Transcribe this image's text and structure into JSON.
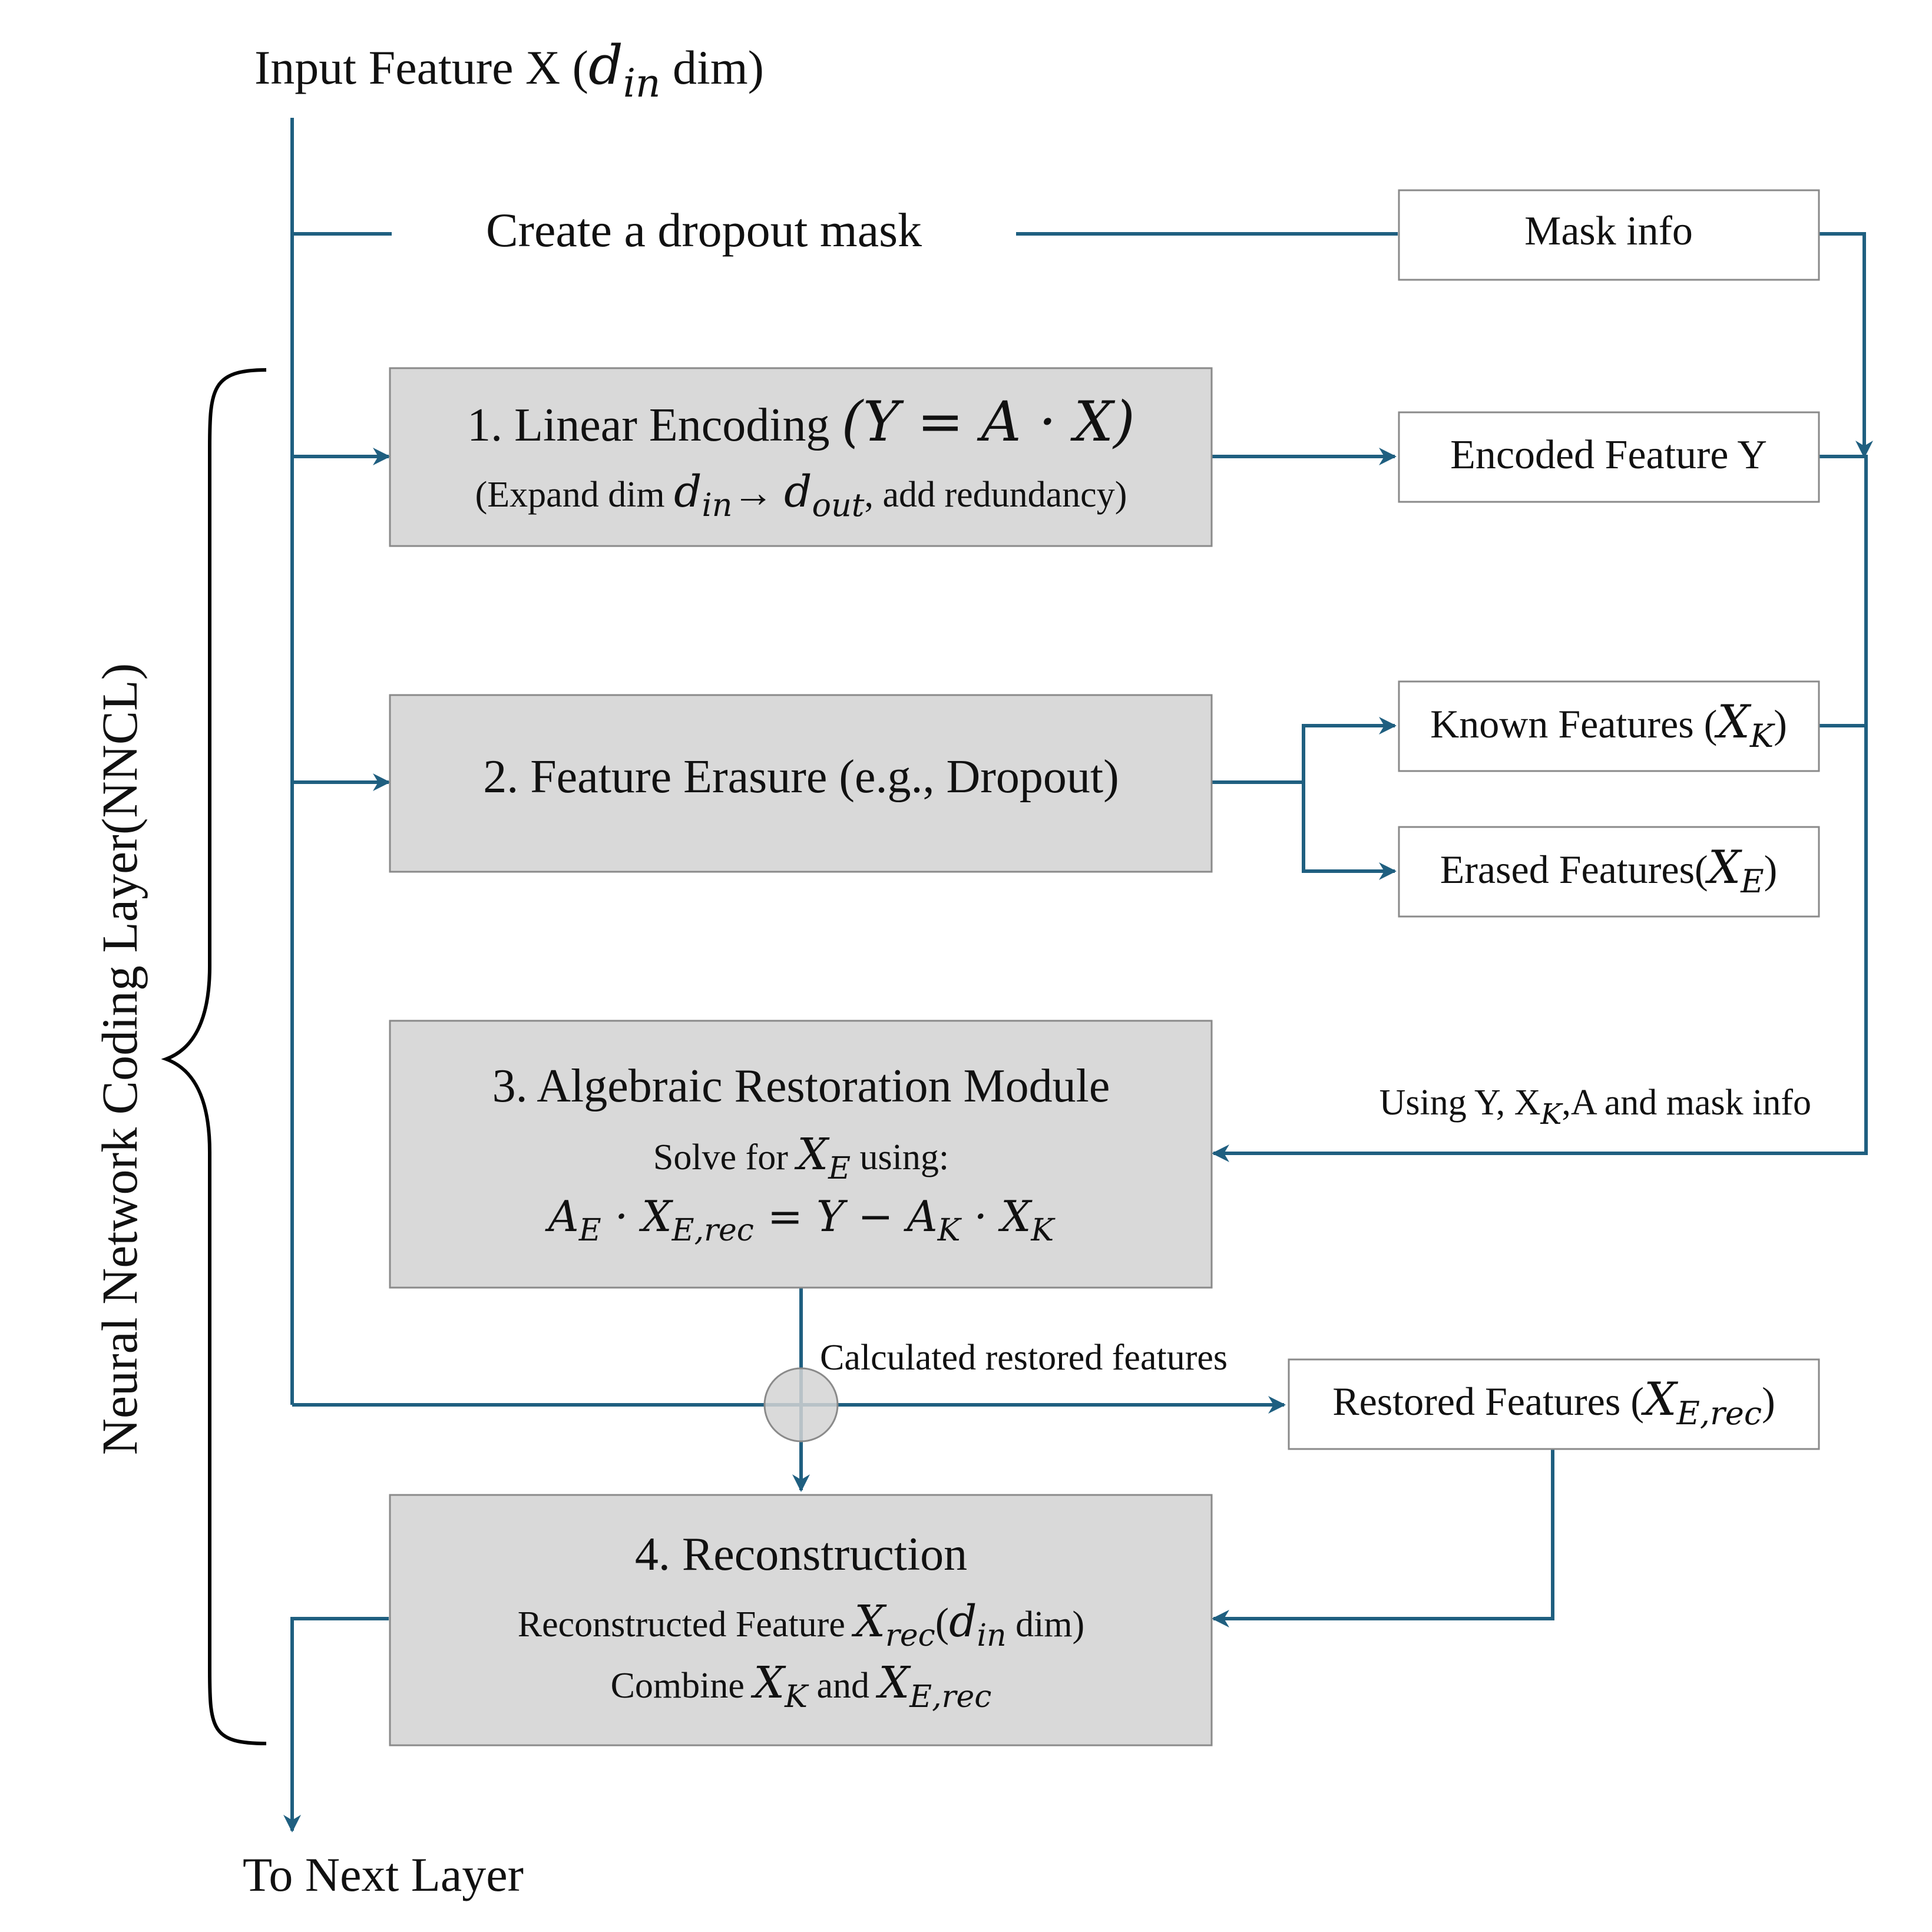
{
  "top_label": {
    "text": "Input Feature X (",
    "math": "d",
    "math_sub": "in",
    "tail": " dim)"
  },
  "bottom_label": "To Next Layer",
  "side_label": "Neural Network Coding Layer(NNCL)",
  "mask_step": "Create a dropout mask",
  "steps": {
    "s1": {
      "title": "1. Linear Encoding ",
      "formula": "(Y = A · X)",
      "sub_pre": "(Expand dim ",
      "sub_from": "d",
      "sub_from_sub": "in",
      "sub_arrow": "→ ",
      "sub_to": "d",
      "sub_to_sub": "out",
      "sub_post": ",  add redundancy)"
    },
    "s2": {
      "title": "2. Feature Erasure (e.g., Dropout)"
    },
    "s3": {
      "title": "3. Algebraic Restoration Module",
      "solve_pre": "Solve for ",
      "solve_var": "X",
      "solve_var_sub": "E",
      "solve_post": " using:",
      "eq_a": "A",
      "eq_a_sub": "E",
      "eq_dot1": " · X",
      "eq_x_sub": "E,rec",
      "eq_rest": " = Y  − A",
      "eq_ak_sub": "K",
      "eq_dot2": " · X",
      "eq_xk_sub": "K"
    },
    "s4": {
      "title": "4. Reconstruction",
      "line1_pre": "Reconstructed Feature ",
      "line1_var": "X",
      "line1_var_sub": "rec",
      "line1_mid": "(",
      "line1_d": "d",
      "line1_d_sub": "in",
      "line1_post": " dim)",
      "line2_pre": "Combine ",
      "line2_a": "X",
      "line2_a_sub": "K",
      "line2_mid": " and ",
      "line2_b": "X",
      "line2_b_sub": "E,rec"
    }
  },
  "outputs": {
    "mask_info": "Mask info",
    "encoded": "Encoded Feature Y",
    "known": {
      "text": "Known Features (",
      "var": "X",
      "sub": "K",
      "tail": ")"
    },
    "erased": {
      "text": "Erased Features(",
      "var": "X",
      "sub": "E",
      "tail": ")"
    },
    "restored": {
      "text": "Restored Features (",
      "var": "X",
      "sub": "E,rec",
      "tail": ")"
    }
  },
  "annotations": {
    "using": {
      "pre": "Using Y, X",
      "sub": "K",
      "post": ",A and mask info"
    },
    "calculated": "Calculated restored features"
  },
  "colors": {
    "flow": "#1f5f80",
    "box_fill": "#d9d9d9",
    "box_stroke": "#8a8a8a"
  }
}
